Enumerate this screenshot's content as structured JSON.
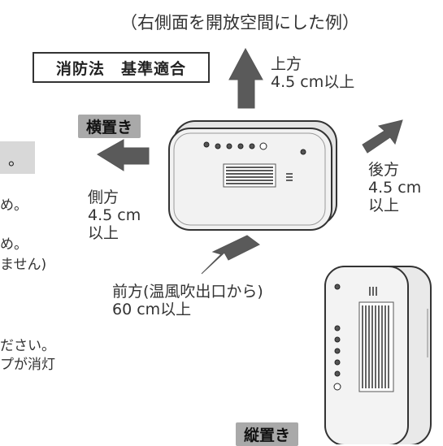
{
  "caption": "（右側面を開放空間にした例）",
  "standard_box": "消防法　基準適合",
  "orientation": {
    "horizontal": "横置き",
    "vertical": "縦置き"
  },
  "clearances": {
    "top": [
      "上方",
      "4.5 cm以上"
    ],
    "side": [
      "側方",
      "4.5 cm",
      "以上"
    ],
    "back": [
      "後方",
      "4.5 cm",
      "以上"
    ],
    "front": [
      "前方(温風吹出口から)",
      "60 cm以上"
    ]
  },
  "cut_off_text": {
    "panel": "。",
    "line1": "め。",
    "line2": "め。",
    "line3": "ません)",
    "line4": "ださい。",
    "line5": "プが消灯"
  },
  "colors": {
    "arrow": "#5a5a5a",
    "tag_bg": "#a9a9a9",
    "panel_bg": "#d8d8d8"
  }
}
